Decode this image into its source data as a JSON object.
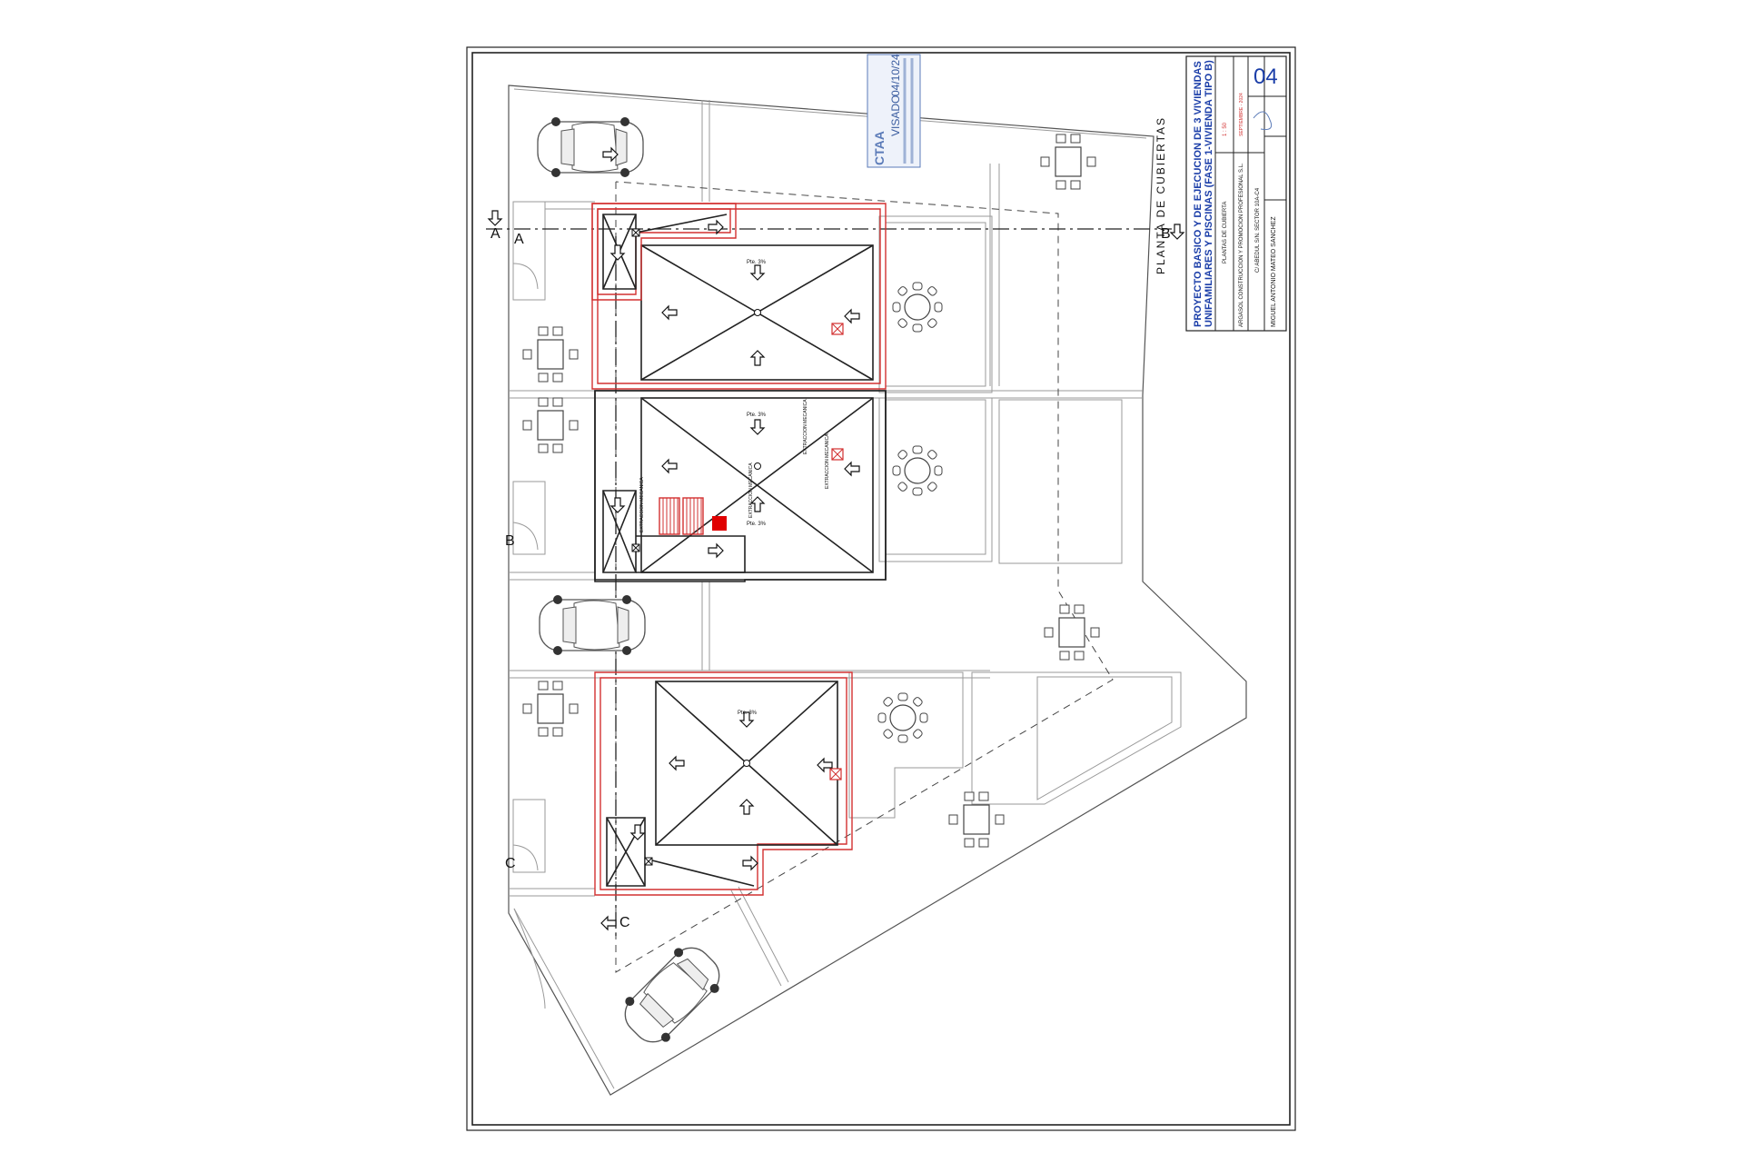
{
  "title_block": {
    "project_line1": "PROYECTO BASICO Y DE EJECUCION DE 3 VIVIENDAS",
    "project_line2": "UNIFAMILIARES Y PISCINAS (FASE 1-VIVIENDA TIPO B)",
    "drawing_title": "PLANTAS DE CUBIERTA",
    "scale": "1 : 50",
    "date": "SEPTIEMBRE - 2024",
    "promoter": "ARGASOL CONSTRUCCION Y PROMOCION PROFESIONAL S.L.",
    "address": "C/ ABEDUL S/N. SECTOR 10A-C4",
    "architect": "MIGUEL ANTONIO MATEO SANCHEZ",
    "sheet_number": "04"
  },
  "stamp": {
    "org": "CTAA",
    "label": "VISADO",
    "date": "04/10/24"
  },
  "plan": {
    "title": "PLANTA DE CUBIERTAS",
    "section_a": "A",
    "section_b": "B",
    "section_c": "C",
    "slope_label": "Pte. 3%",
    "extractor_label": "EXTRACCION MECANICA"
  },
  "colors": {
    "roof_outline": "#d23030",
    "title_text": "#1a3da8",
    "stamp": "#5b7bb8"
  }
}
